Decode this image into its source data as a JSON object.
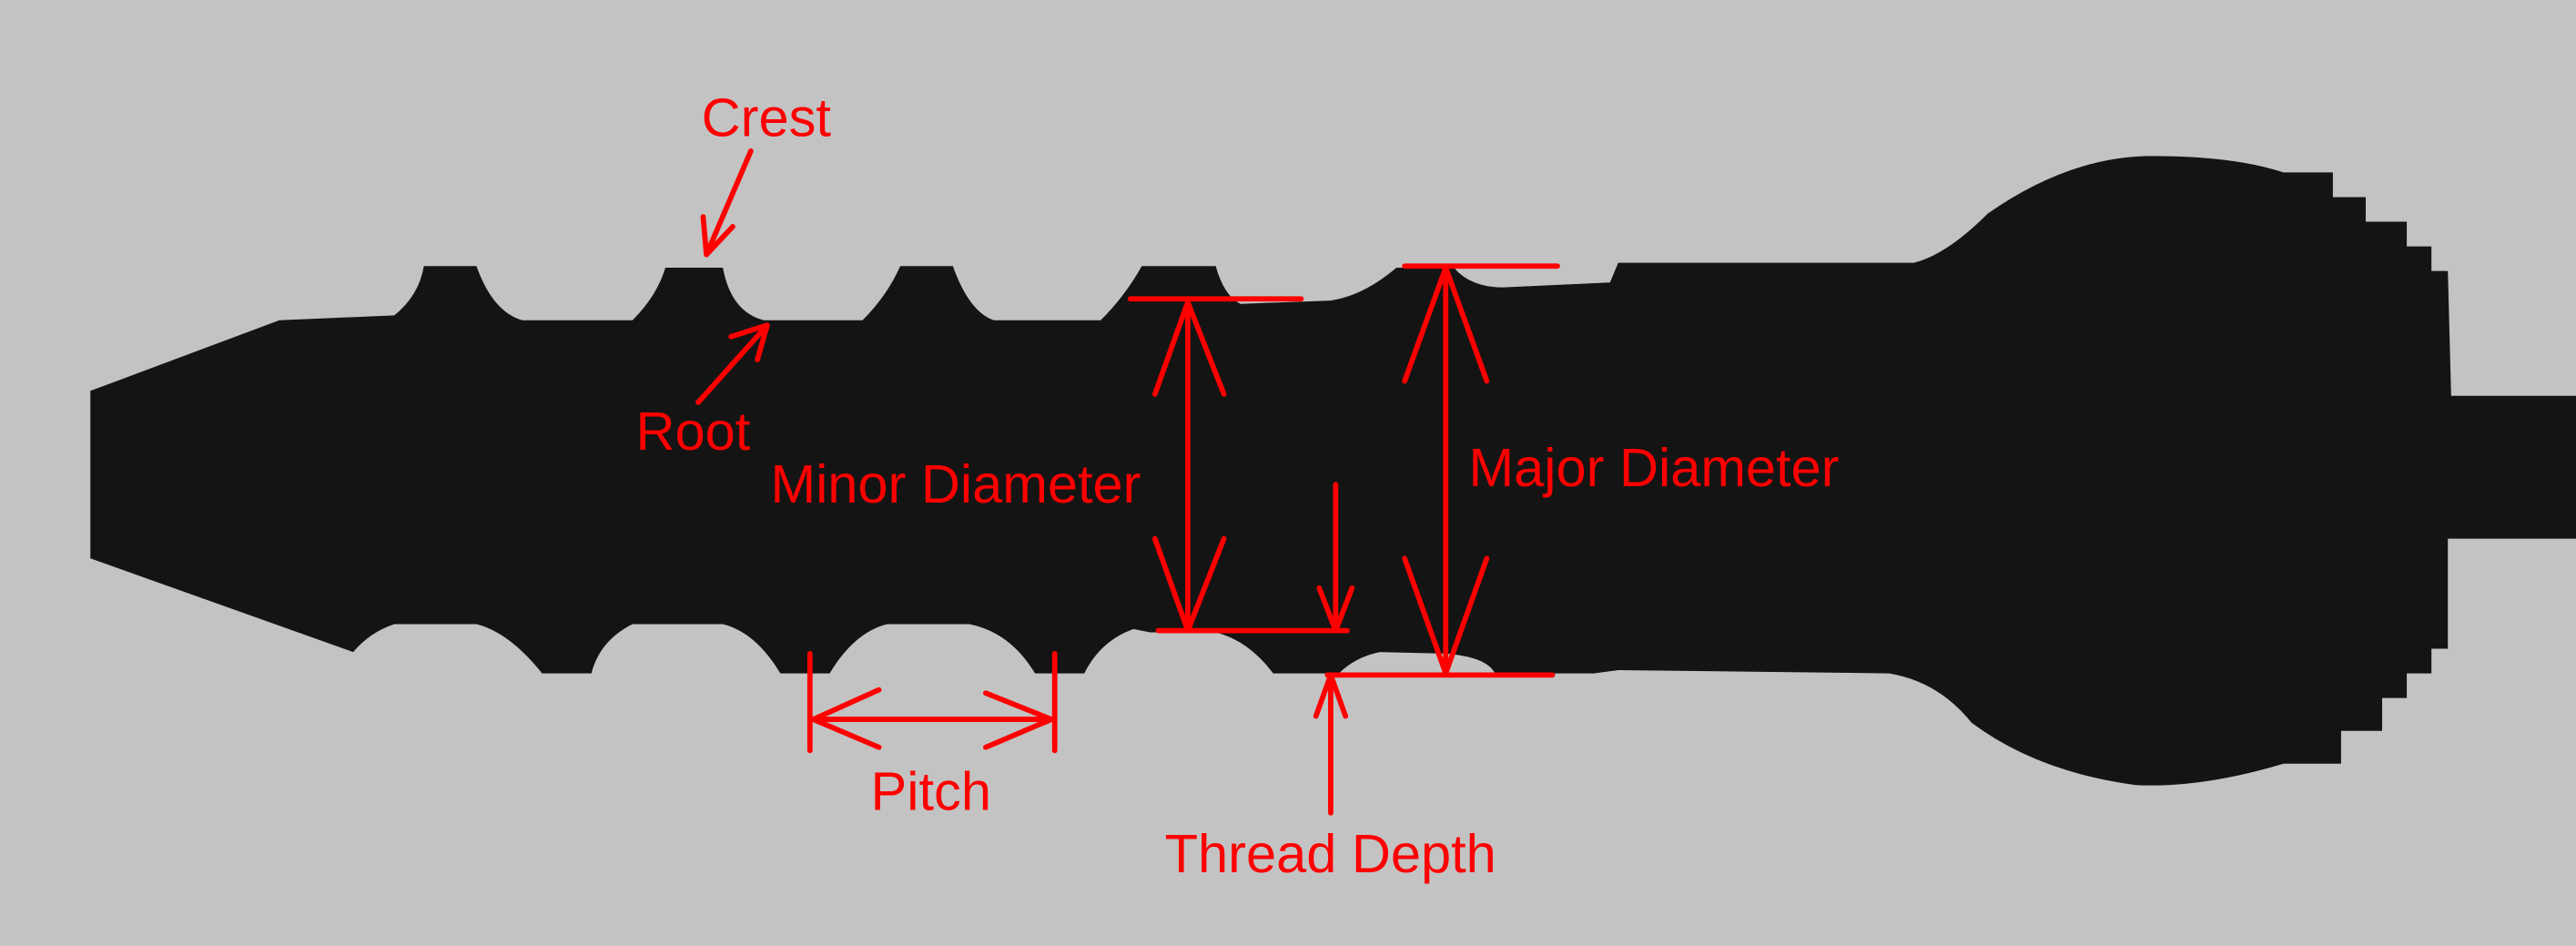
{
  "title": "Screw thread terminology diagram",
  "colors": {
    "background": "#c3c3c3",
    "part": "#141414",
    "annotation": "#ff0000"
  },
  "labels": {
    "crest": "Crest",
    "root": "Root",
    "minor_diameter": "Minor Diameter",
    "major_diameter": "Major Diameter",
    "pitch": "Pitch",
    "thread_depth": "Thread Depth"
  }
}
